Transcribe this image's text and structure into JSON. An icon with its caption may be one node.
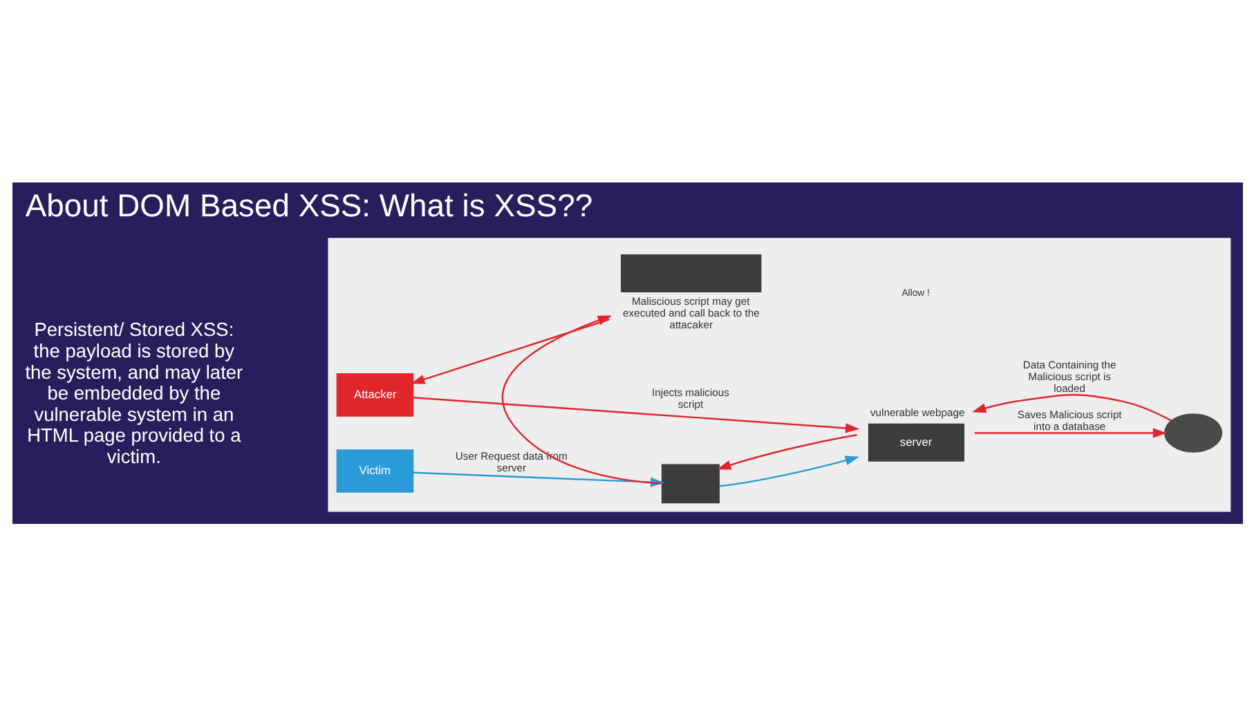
{
  "diagram": {
    "title": "About DOM Based XSS: What is XSS??",
    "nodes": [
      {
        "text": [],
        "shape": "box"
      },
      {
        "text": [
          "Attacker"
        ],
        "in": 0
      },
      {
        "text": [
          "server"
        ],
        "beside": [
          "vulnerable webpage"
        ],
        "in": 0
      },
      {
        "text": [],
        "shape": "cloud",
        "in": 0
      },
      {
        "text": [
          "Victim"
        ],
        "in": 0
      },
      {
        "text": [],
        "shape": "box",
        "in": 0
      },
      {
        "text": [],
        "shape": "box",
        "beside": [
          "Maliscious script may get executed and call back to the attacaker"
        ],
        "in": 0
      }
    ],
    "edges": [
      {
        "from": 1,
        "to": 2,
        "arrow": "to",
        "label": "Injects malicious script"
      },
      {
        "from": 2,
        "to": 3,
        "arrow": "to",
        "label": "Saves Malicious script into a database"
      },
      {
        "from": 3,
        "to": 2,
        "arrow": "to",
        "label": "Data Containing the Malicious script is loaded"
      },
      {
        "from": 4,
        "to": 5,
        "arrow": "to",
        "label": "User Request data from server",
        "color": "#2a9ad8"
      },
      {
        "from": 5,
        "to": 2,
        "arrow": "to",
        "color": "#2a9ad8"
      },
      {
        "from": 2,
        "to": 5,
        "arrow": "to"
      },
      {
        "from": 5,
        "to": 6,
        "arrow": "to"
      },
      {
        "from": 6,
        "to": 1,
        "arrow": "to"
      }
    ],
    "labels": [
      "Persistent/ Stored XSS: the payload is stored by the system, and may later be embedded by the vulnerable system in an HTML page provided to a victim.",
      "Allow !"
    ]
  }
}
